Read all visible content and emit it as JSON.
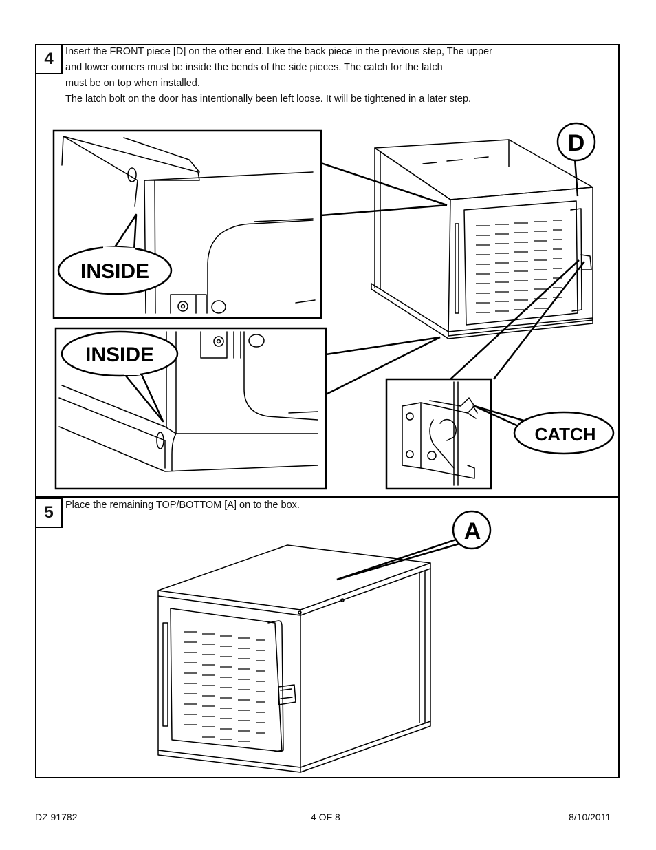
{
  "step4": {
    "number": "4",
    "lines": [
      "Insert the FRONT piece [D] on the other end.  Like the back piece in the previous step, The upper",
      "and lower corners must be inside the bends of the side pieces.  The catch for the latch",
      "must be on top when installed.",
      "The latch bolt on the door has intentionally been left loose.  It will be tightened in a later step."
    ],
    "callouts": {
      "inside_top": "INSIDE",
      "inside_bottom": "INSIDE",
      "catch": "CATCH",
      "part": "D"
    }
  },
  "step5": {
    "number": "5",
    "lines": [
      "Place the remaining TOP/BOTTOM [A] on to the box."
    ],
    "callouts": {
      "part": "A"
    }
  },
  "footer": {
    "doc_id": "DZ 91782",
    "page": "4 OF 8",
    "date": "8/10/2011"
  }
}
